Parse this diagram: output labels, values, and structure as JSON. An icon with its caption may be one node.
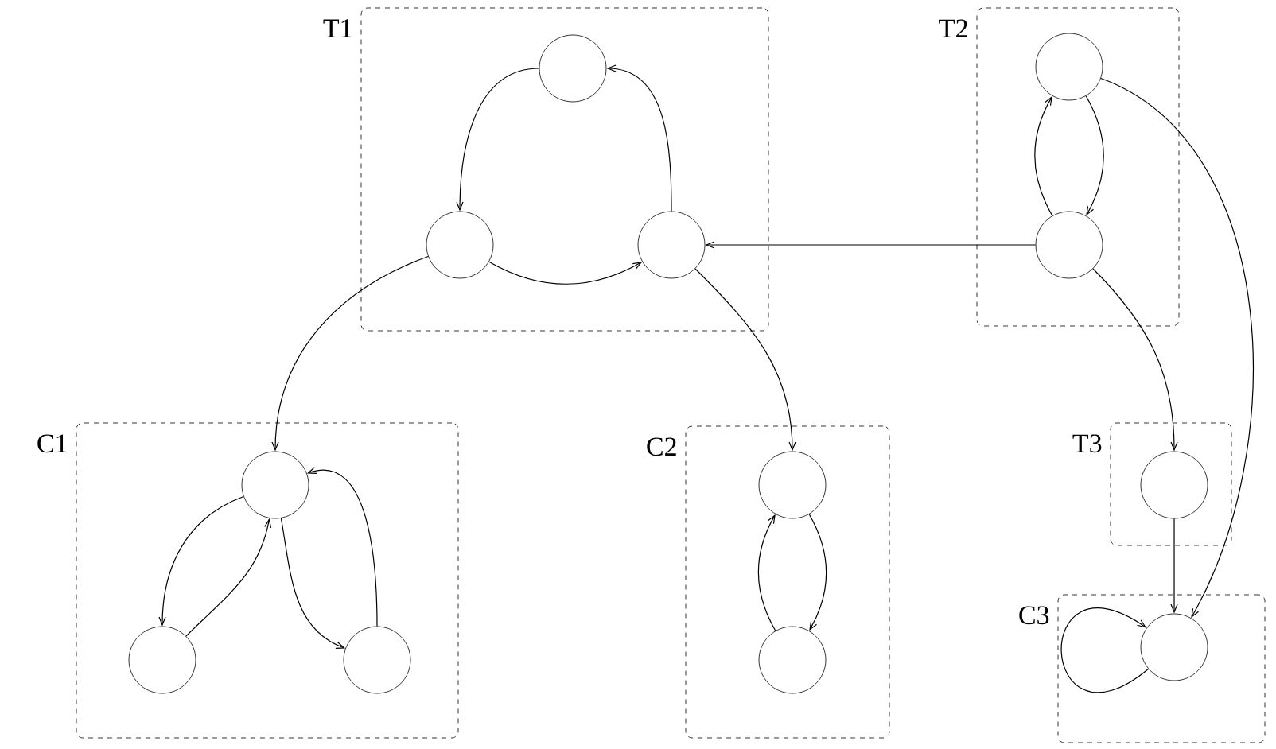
{
  "diagram": {
    "nodes": [
      {
        "text": [
          "T1"
        ]
      },
      {
        "text": [],
        "shape": "circle",
        "in": 0
      },
      {
        "text": [],
        "shape": "circle",
        "in": 0
      },
      {
        "text": [],
        "shape": "circle",
        "in": 0
      },
      {
        "text": [
          "T2"
        ]
      },
      {
        "text": [],
        "shape": "circle",
        "in": 4
      },
      {
        "text": [],
        "shape": "circle",
        "in": 4
      },
      {
        "text": [
          "C1"
        ]
      },
      {
        "text": [],
        "shape": "circle",
        "in": 7
      },
      {
        "text": [],
        "shape": "circle",
        "in": 7
      },
      {
        "text": [],
        "shape": "circle",
        "in": 7
      },
      {
        "text": [
          "C2"
        ]
      },
      {
        "text": [],
        "shape": "circle",
        "in": 11
      },
      {
        "text": [],
        "shape": "circle",
        "in": 11
      },
      {
        "text": [
          "T3"
        ]
      },
      {
        "text": [],
        "shape": "circle",
        "in": 14
      },
      {
        "text": [
          "C3"
        ]
      },
      {
        "text": [],
        "shape": "circle",
        "in": 16
      }
    ],
    "edges": [
      {
        "from": 1,
        "to": 2,
        "arrow": "to"
      },
      {
        "from": 2,
        "to": 3,
        "arrow": "to"
      },
      {
        "from": 3,
        "to": 1,
        "arrow": "to"
      },
      {
        "from": 5,
        "to": 6,
        "arrow": "to"
      },
      {
        "from": 6,
        "to": 5,
        "arrow": "to"
      },
      {
        "from": 6,
        "to": 3,
        "arrow": "to"
      },
      {
        "from": 2,
        "to": 8,
        "arrow": "to"
      },
      {
        "from": 3,
        "to": 12,
        "arrow": "to"
      },
      {
        "from": 6,
        "to": 15,
        "arrow": "to"
      },
      {
        "from": 5,
        "to": 17,
        "arrow": "to"
      },
      {
        "from": 15,
        "to": 17,
        "arrow": "to"
      },
      {
        "from": 17,
        "to": 17,
        "arrow": "to"
      },
      {
        "from": 8,
        "to": 9,
        "arrow": "to"
      },
      {
        "from": 9,
        "to": 8,
        "arrow": "to"
      },
      {
        "from": 8,
        "to": 10,
        "arrow": "to"
      },
      {
        "from": 10,
        "to": 8,
        "arrow": "to"
      },
      {
        "from": 12,
        "to": 13,
        "arrow": "to"
      },
      {
        "from": 13,
        "to": 12,
        "arrow": "to"
      }
    ]
  }
}
